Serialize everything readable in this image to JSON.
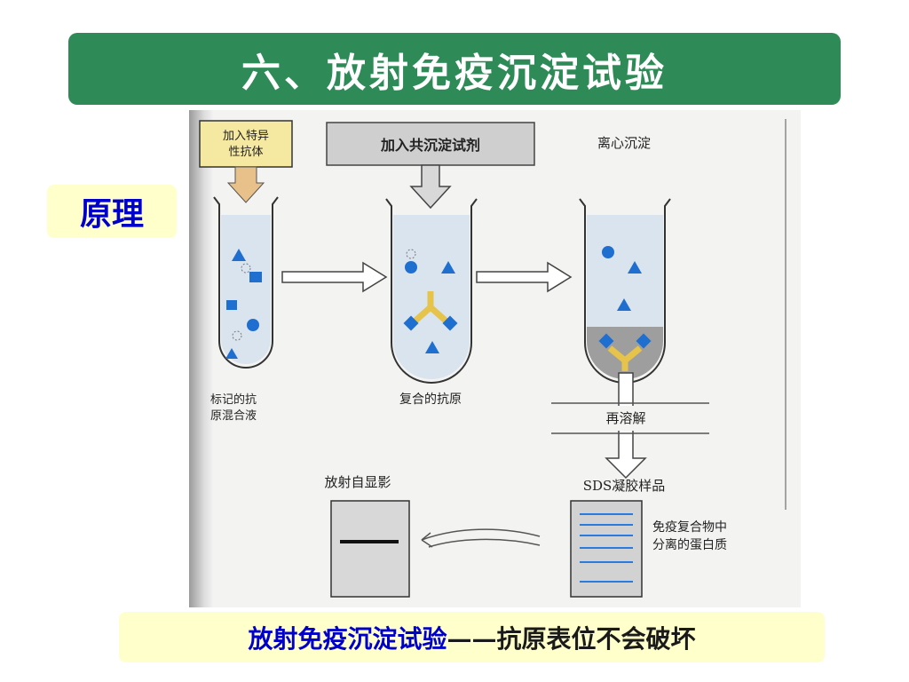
{
  "title": "六、放射免疫沉淀试验",
  "principle_label": "原理",
  "figure": {
    "step1_label": "加入特异性抗体",
    "step1_label_line1": "加入特异",
    "step1_label_line2": "性抗体",
    "step2_label": "加入共沉淀试剂",
    "step3_label": "离心沉淀",
    "tube1_caption_line1": "标记的抗",
    "tube1_caption_line2": "原混合液",
    "tube2_caption": "复合的抗原",
    "redissolve_label": "再溶解",
    "sds_label": "SDS凝胶样品",
    "autorad_label": "放射自显影",
    "gel_note_line1": "免疫复合物中",
    "gel_note_line2": "分离的蛋白质"
  },
  "caption": {
    "part1": "放射免疫沉淀试验",
    "dash": "——",
    "part2": "抗原表位不会破坏"
  },
  "colors": {
    "title_bg": "#2e8b57",
    "label_bg": "#ffffcc",
    "label_text": "#0000cc",
    "antigen": "#1e6fd0",
    "antibody": "#e6c34a"
  }
}
